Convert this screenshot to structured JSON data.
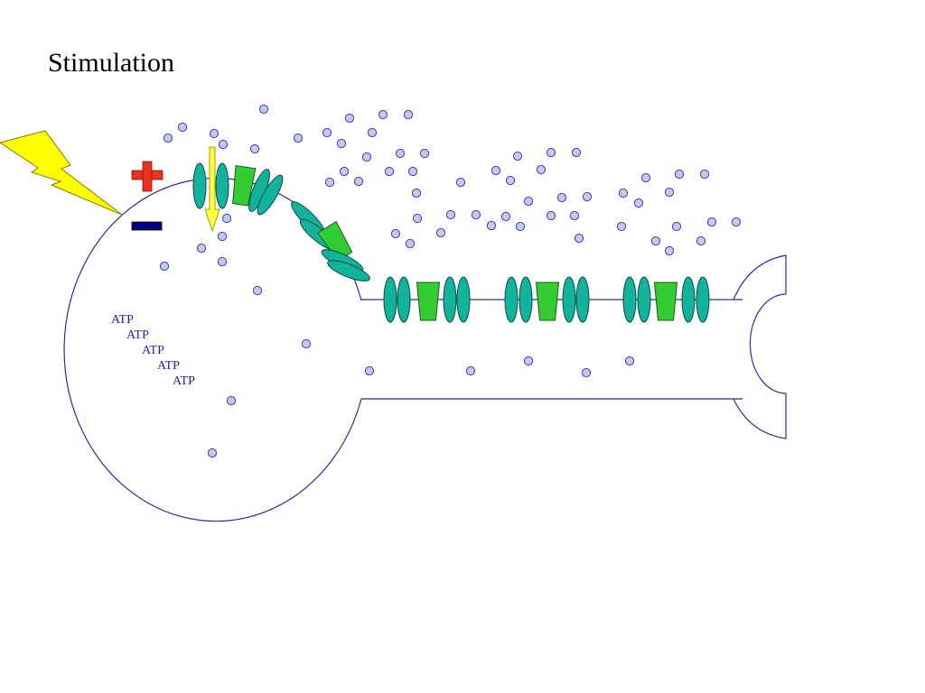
{
  "slide": {
    "title": "Stimulation",
    "atp_labels": [
      "ATP",
      "ATP",
      "ATP",
      "ATP",
      "ATP"
    ]
  },
  "colors": {
    "membrane": "#2b2ba6",
    "channel_teal": "#12b39a",
    "channel_green": "#33cc33",
    "ion_fill": "#c4c8f4",
    "ion_stroke": "#3d3db0",
    "lightning_fill": "#ffff00",
    "lightning_stroke": "#7f7f00",
    "plus_sign": "#e8331d",
    "minus_sign": "#000080",
    "atp_text": "#2222aa",
    "arrow_fill": "#ffff44"
  },
  "icons": {
    "stimulus": "lightning-bolt-icon",
    "positive_charge": "plus-sign-icon",
    "negative_charge": "minus-sign-icon",
    "ion_flow": "down-arrow-icon"
  }
}
